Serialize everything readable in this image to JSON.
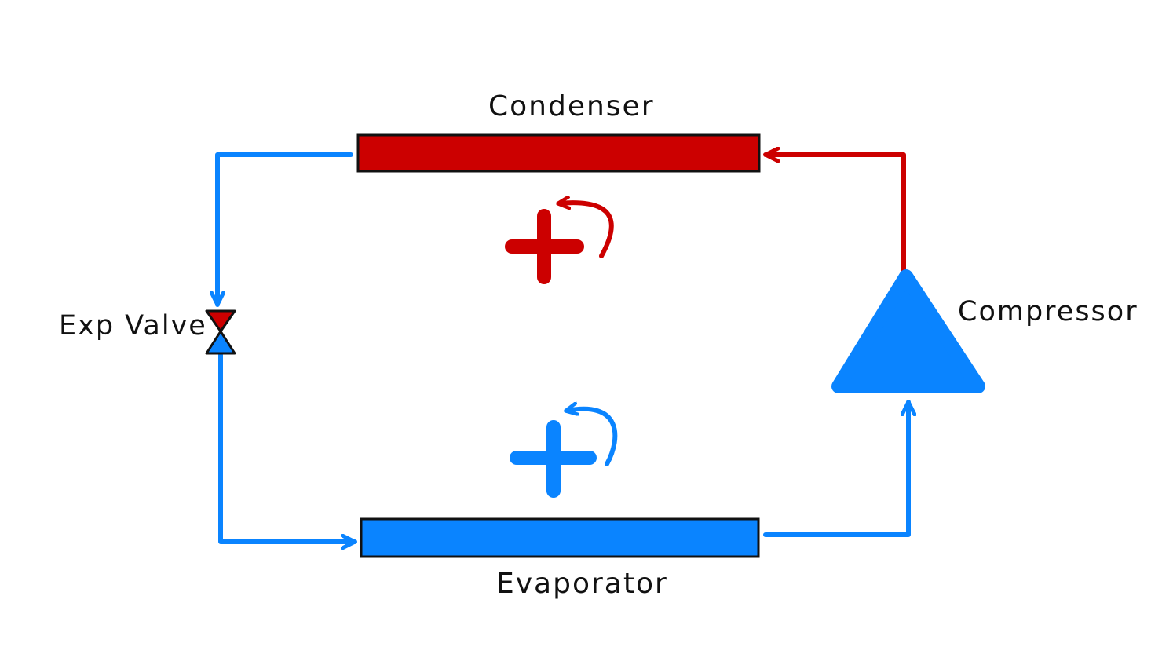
{
  "labels": {
    "condenser": "Condenser",
    "evaporator": "Evaporator",
    "compressor": "Compressor",
    "expansion_valve": "Exp Valve"
  },
  "colors": {
    "hot": "#cc0000",
    "cold": "#0a84ff",
    "outline": "#111111"
  },
  "icons": {
    "condenser_heat": "plus-with-curved-arrow-icon",
    "evaporator_heat": "plus-with-curved-arrow-icon",
    "compressor": "triangle-icon",
    "expansion_valve": "hourglass-valve-icon"
  }
}
